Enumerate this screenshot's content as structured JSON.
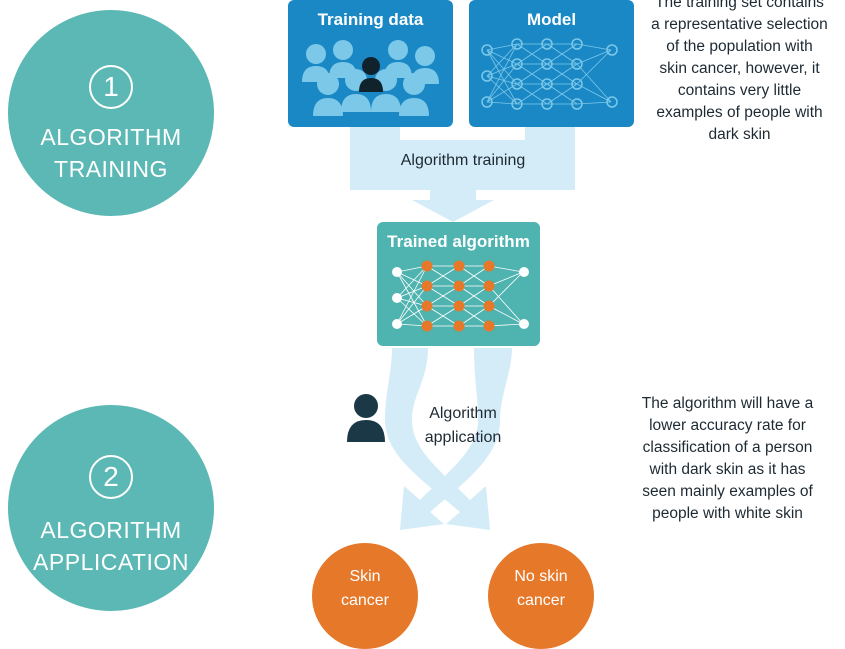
{
  "step1": {
    "number": "1",
    "line1": "ALGORITHM",
    "line2": "TRAINING"
  },
  "step2": {
    "number": "2",
    "line1": "ALGORITHM",
    "line2": "APPLICATION"
  },
  "training_data": {
    "title": "Training data"
  },
  "model": {
    "title": "Model"
  },
  "trained_algorithm": {
    "title": "Trained algorithm"
  },
  "flow": {
    "training_label": "Algorithm training",
    "application_line1": "Algorithm",
    "application_line2": "application"
  },
  "notes": {
    "top": [
      "The training set contains",
      "a representative selection",
      "of the population with",
      "skin cancer, however, it",
      "contains very little",
      "examples of people with",
      "dark skin"
    ],
    "bottom": [
      "The algorithm will have a",
      "lower accuracy rate for",
      "classification of a person",
      "with dark skin as it has",
      "seen mainly examples of",
      "people with white skin"
    ]
  },
  "outcomes": {
    "skin_cancer": {
      "line1": "Skin",
      "line2": "cancer"
    },
    "no_skin_cancer": {
      "line1": "No skin",
      "line2": "cancer"
    }
  },
  "colors": {
    "teal_circle": "#5bb8b4",
    "blue_box": "#1b88c6",
    "teal_box": "#4fb3b0",
    "arrow": "#d3ecf7",
    "orange": "#e6782a",
    "dark_figure": "#1b3847"
  }
}
